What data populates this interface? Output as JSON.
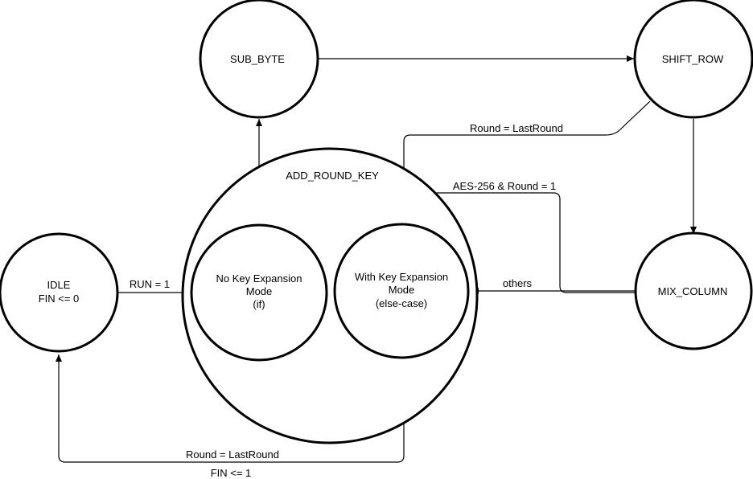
{
  "diagram": {
    "states": {
      "idle": [
        "IDLE",
        "FIN <= 0"
      ],
      "add_round_key": [
        "ADD_ROUND_KEY"
      ],
      "no_key_expansion": [
        "No Key Expansion",
        "Mode",
        "(if)"
      ],
      "with_key_expansion": [
        "With Key Expansion",
        "Mode",
        "(else-case)"
      ],
      "sub_byte": [
        "SUB_BYTE"
      ],
      "shift_row": [
        "SHIFT_ROW"
      ],
      "mix_column": [
        "MIX_COLUMN"
      ]
    },
    "transitions": {
      "run": "RUN = 1",
      "round_last_top": "Round = LastRound",
      "aes256": "AES-256 & Round = 1",
      "others": "others",
      "round_last_bottom": "Round = LastRound",
      "fin": "FIN <= 1"
    }
  }
}
